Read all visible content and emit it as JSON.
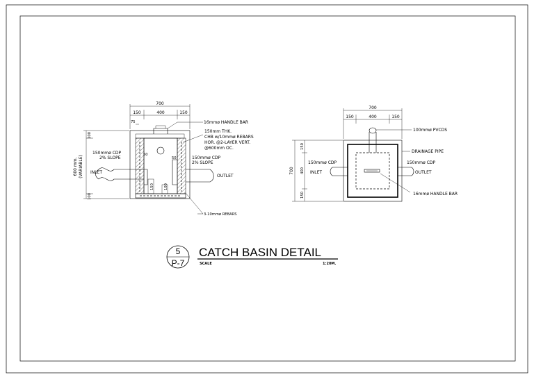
{
  "detail": {
    "number": "5",
    "sheet": "P-7",
    "title": "CATCH BASIN DETAIL",
    "scale_label": "SCALE",
    "scale_value": "1:20M."
  },
  "section": {
    "dim_total": "700",
    "dim_left": "150",
    "dim_mid": "400",
    "dim_right": "150",
    "dim_75": "75",
    "dim_100_top": "100",
    "dim_100_bot": "100",
    "dim_height": "600 mm.",
    "dim_height2": "(VARIABLE)",
    "dim_50a": "50",
    "dim_50b": "50",
    "dim_150": "150",
    "dim_100c": "100",
    "note_handle": "16mmø HANDLE BAR",
    "note_thk1": "150mm THK.",
    "note_thk2": "CHB w/10mmø REBARS",
    "note_thk3": "HOR. @2-LAYER VERT.",
    "note_thk4": "@600mm OC.",
    "note_cop_in1": "150mmø CDP",
    "note_cop_in2": "2% SLOPE",
    "note_cop_out1": "150mmø CDP",
    "note_cop_out2": "2% SLOPE",
    "inlet": "INLET",
    "outlet": "OUTLET",
    "note_rebars": "3-10mmø REBARS"
  },
  "plan": {
    "dim_total": "700",
    "dim_left": "150",
    "dim_mid": "400",
    "dim_right": "150",
    "dim_v_total": "700",
    "dim_v_top": "150",
    "dim_v_mid": "400",
    "dim_v_bot": "150",
    "note_pvc": "100mmø PVCDS",
    "note_drain": "DRAINAGE PIPE",
    "note_cop_in": "150mmø CDP",
    "note_cop_out": "150mmø CDP",
    "inlet": "INLET",
    "outlet": "OUTLET",
    "note_handle": "16mmø HANDLE BAR"
  }
}
